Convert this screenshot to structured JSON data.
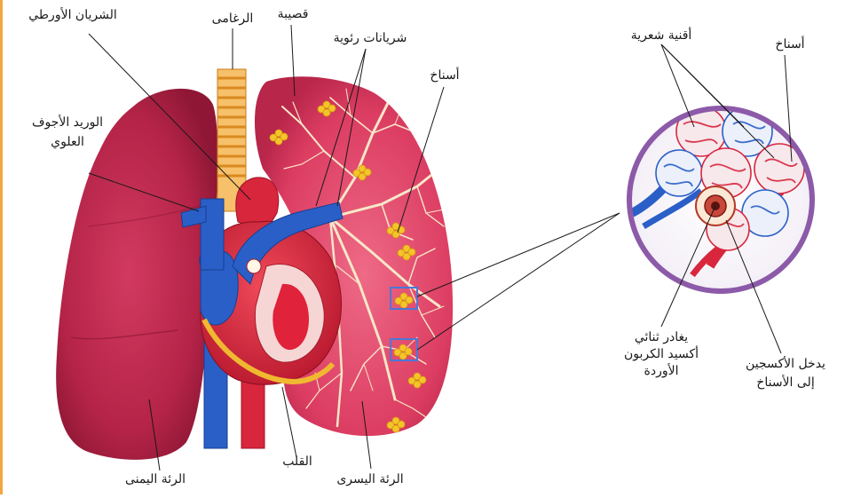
{
  "labels": {
    "aorta": "الشريان الأورطي",
    "trachea": "الرغامى",
    "bronchiole": "قصيبة",
    "pulmonary_arteries": "شريانات رئوية",
    "alveoli_lung": "أسناخ",
    "superior_vena_cava_line1": "الوريد الأجوف",
    "superior_vena_cava_line2": "العلوي",
    "capillaries": "أقنية شعرية",
    "alveoli_detail": "أسناخ",
    "co2_line1": "يغادر ثنائي",
    "co2_line2": "أكسيد الكربون",
    "co2_line3": "الأوردة",
    "oxygen_line1": "يدخل الأكسجين",
    "oxygen_line2": "إلى الأسناخ",
    "right_lung": "الرئة اليمنى",
    "heart": "القلب",
    "left_lung": "الرئة اليسرى"
  },
  "colors": {
    "lung_right": "#c42a50",
    "lung_left": "#e24a6c",
    "artery_red": "#d8263d",
    "vein_blue": "#2a5fc8",
    "trachea_ring": "#f0a640",
    "alveolus_yellow": "#f4c52a",
    "magnifier_ring": "#8c5aa8",
    "bronchiole_tree": "#f7e6c8",
    "left_edge": "#f2a640"
  }
}
